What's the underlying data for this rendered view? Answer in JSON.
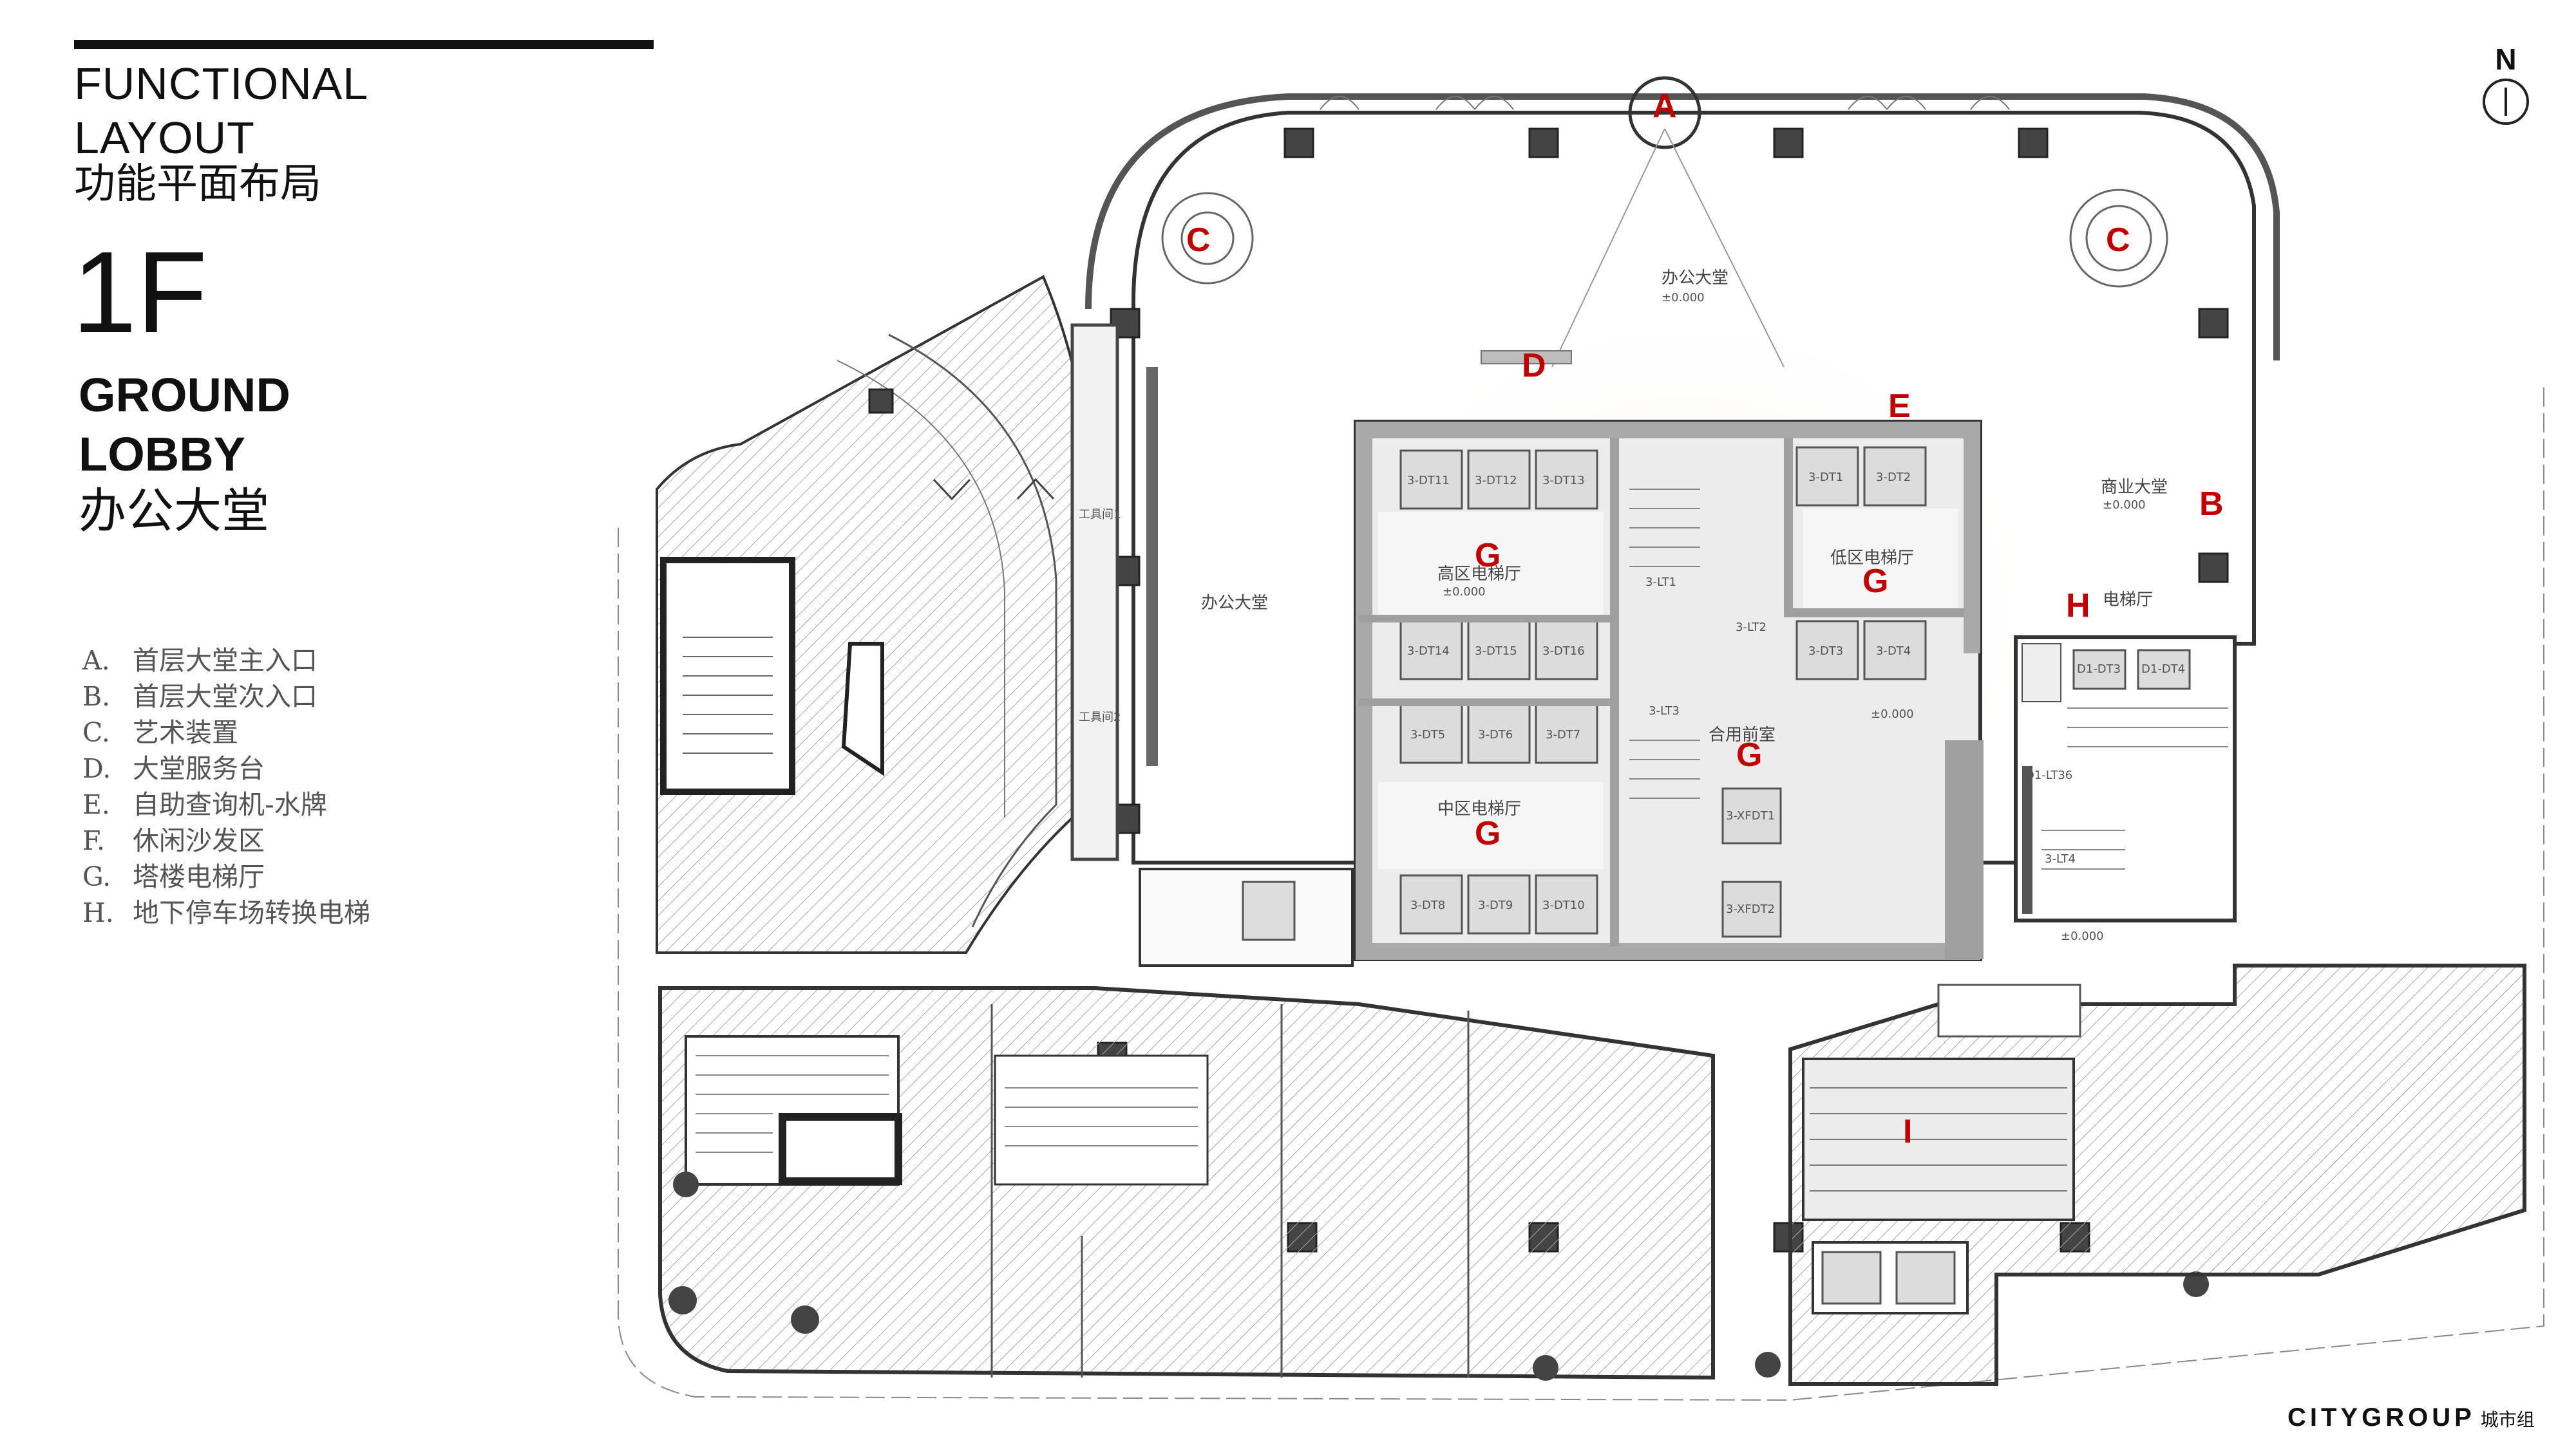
{
  "header": {
    "title_en_line1": "FUNCTIONAL",
    "title_en_line2": "LAYOUT",
    "title_cn": "功能平面布局",
    "floor": "1F",
    "lobby_en_line1": "GROUND",
    "lobby_en_line2": "LOBBY",
    "lobby_cn": "办公大堂"
  },
  "legend": [
    {
      "key": "A.",
      "text": "首层大堂主入口"
    },
    {
      "key": "B.",
      "text": "首层大堂次入口"
    },
    {
      "key": "C.",
      "text": "艺术装置"
    },
    {
      "key": "D.",
      "text": "大堂服务台"
    },
    {
      "key": "E.",
      "text": "自助查询机-水牌"
    },
    {
      "key": "F.",
      "text": "休闲沙发区"
    },
    {
      "key": "G.",
      "text": "塔楼电梯厅"
    },
    {
      "key": "H.",
      "text": "地下停车场转换电梯"
    }
  ],
  "north": "N",
  "brand": {
    "name": "CITYGROUP",
    "cn": "城市组"
  },
  "markers": {
    "A": "A",
    "B": "B",
    "C": "C",
    "D": "D",
    "E": "E",
    "G": "G",
    "H": "H",
    "I": "I"
  },
  "plan_labels": {
    "office_lobby": "办公大堂",
    "commercial_lobby": "商业大堂",
    "elevator_hall": "电梯厅",
    "high_zone_hall": "高区电梯厅",
    "low_zone_hall": "低区电梯厅",
    "mid_zone_hall": "中区电梯厅",
    "anteroom": "合用前室",
    "tool_room_1": "工具间1",
    "tool_room_2": "工具间2",
    "level": "±0.000",
    "high_elevators": [
      "3-DT11",
      "3-DT12",
      "3-DT13",
      "3-DT14",
      "3-DT15",
      "3-DT16"
    ],
    "mid_elevators": [
      "3-DT5",
      "3-DT6",
      "3-DT7",
      "3-DT8",
      "3-DT9",
      "3-DT10"
    ],
    "low_elevators": [
      "3-DT1",
      "3-DT2",
      "3-DT3",
      "3-DT4"
    ],
    "fire_elevators": [
      "3-XFDT1",
      "3-XFDT2"
    ],
    "lt_labels": [
      "3-LT1",
      "3-LT2",
      "3-LT3",
      "3-LT4",
      "D1-LT36"
    ],
    "d1_elevators": [
      "D1-DT3",
      "D1-DT4"
    ]
  },
  "colors": {
    "marker": "#c00000",
    "wall": "#333333",
    "hatch": "#9a9a9a",
    "core": "#b8b8b8"
  }
}
